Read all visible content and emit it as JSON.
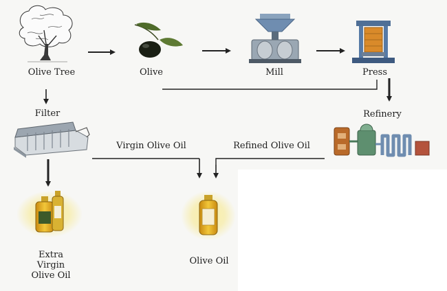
{
  "nodes": {
    "olive_tree": "Olive Tree",
    "olive": "Olive",
    "mill": "Mill",
    "press": "Press",
    "filter": "Filter",
    "refinery": "Refinery",
    "virgin_olive_oil": "Virgin Olive Oil",
    "refined_olive_oil": "Refined Olive Oil",
    "extra_virgin_olive_oil": [
      "Extra",
      "Virgin",
      "Olive Oil"
    ],
    "olive_oil": "Olive Oil"
  },
  "colors": {
    "line": "#222222",
    "olive_dark": "#1a1f14",
    "leaf": "#4f6b2a",
    "press_orange": "#d98a2a",
    "machine_blue": "#6f8db0",
    "oil_gold": "#e7b526",
    "glow": "#f7e88a"
  },
  "icons": [
    "olive-tree-icon",
    "olive-icon",
    "mill-icon",
    "press-icon",
    "filter-machine-icon",
    "refinery-icon",
    "oil-bottles-icon",
    "oil-bottle-icon"
  ]
}
